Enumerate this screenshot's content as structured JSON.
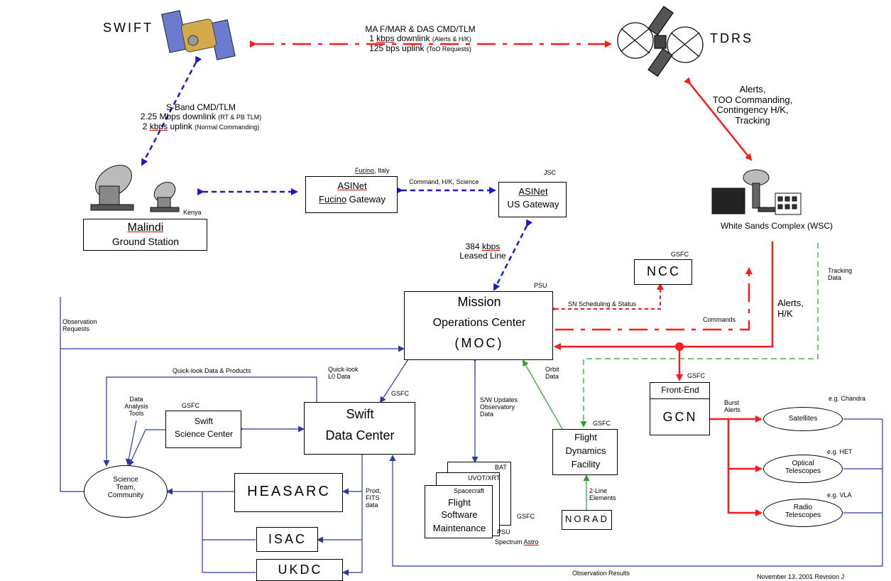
{
  "top_labels": {
    "swift": "SWIFT",
    "tdrs": "TDRS",
    "link_line1": "MA F/MAR & DAS CMD/TLM",
    "link_line2_a": "1 ",
    "link_line2_u": "kbps",
    "link_line2_b": " downlink ",
    "link_line2_note": "(Alerts & H/K)",
    "link_line3_a": "125 bps uplink ",
    "link_line3_note": "(ToO Requests)"
  },
  "sband": {
    "title": "S-Band CMD/TLM",
    "line2_a": "2.25 Mbps downlink ",
    "line2_note": "(RT & PB TLM)",
    "line3_a": "2 ",
    "line3_u": "kbps",
    "line3_b": " uplink ",
    "line3_note": "(Normal Commanding)"
  },
  "tdrs_alerts": [
    "Alerts,",
    "TOO Commanding,",
    "Contingency H/K,",
    "Tracking"
  ],
  "malindi": {
    "name_u": "Malindi",
    "line2": "Ground Station",
    "site": "Kenya"
  },
  "asinet_fucino": {
    "site_u": "Fucino",
    "site_rest": ", Italy",
    "line1_u": "ASINet",
    "line2_u": "Fucino",
    "line2_rest": " Gateway"
  },
  "asinet_us": {
    "site": "JSC",
    "line1_u": "ASINet",
    "line2": "US Gateway"
  },
  "asinet_link": "Command, H/K, Science",
  "leased": {
    "rate_a": "384 ",
    "rate_u": "kbps",
    "line2": "Leased Line"
  },
  "wsc": {
    "label": "White Sands Complex (WSC)"
  },
  "ncc": {
    "label": "NCC",
    "site": "GSFC"
  },
  "moc": {
    "site": "PSU",
    "line1": "Mission",
    "line2": "Operations Center",
    "line3": "(MOC)"
  },
  "sn_sched": "SN Scheduling & Status",
  "commands": "Commands",
  "alerts_hk": [
    "Alerts,",
    "H/K"
  ],
  "tracking_data": [
    "Tracking",
    "Data"
  ],
  "obs_requests": [
    "Observation",
    "Requests"
  ],
  "quicklook_products": "Quick-look Data & Products",
  "quicklook_l0": [
    "Quick-look",
    "L0 Data"
  ],
  "orbit_data": [
    "Orbit",
    "Data"
  ],
  "sw_updates": [
    "S/W Updates",
    "Observatory",
    "Data"
  ],
  "sdc": {
    "site": "GSFC",
    "line1": "Swift",
    "line2": "Data Center"
  },
  "ssc": {
    "site": "GSFC",
    "line1": "Swift",
    "line2": "Science Center"
  },
  "analysis_tools": [
    "Data",
    "Analysis",
    "Tools"
  ],
  "science": [
    "Science",
    "Team,",
    "Community"
  ],
  "heasarc": "HEASARC",
  "isac": "ISAC",
  "ukdc": "UKDC",
  "prod_fits": [
    "Prod,",
    "FITS",
    "data"
  ],
  "fsw": {
    "tab1": "BAT",
    "tab2": "UVOT/XRT",
    "tab3": "Spacecraft",
    "line1": "Flight",
    "line2": "Software",
    "line3": "Maintenance",
    "site_psu": "PSU",
    "site_gsfc": "GSFC",
    "spectrum_a": "Spectrum ",
    "spectrum_u": "Astro"
  },
  "fdf": {
    "site": "GSFC",
    "line1": "Flight",
    "line2": "Dynamics",
    "line3": "Facility"
  },
  "two_line": [
    "2-Line",
    "Elements"
  ],
  "norad": "NORAD",
  "gcn": {
    "site": "GSFC",
    "line1": "Front-End",
    "line2": "GCN"
  },
  "burst_alerts": [
    "Burst",
    "Alerts"
  ],
  "satellites": {
    "label": "Satellites",
    "eg": "e.g. Chandra"
  },
  "optical": {
    "line1": "Optical",
    "line2": "Telescopes",
    "eg": "e.g. HET"
  },
  "radio": {
    "line1": "Radio",
    "line2": "Telescopes",
    "eg": "e.g. VLA"
  },
  "obs_results": "Observation Results",
  "date_revision": "November 13, 2001 Revision J",
  "colors": {
    "red": "#ff1a1a",
    "blue": "#1a1acc",
    "navy": "#2a3aa0",
    "green": "#2aa02a"
  },
  "icons": [
    "swift-satellite-icon",
    "tdrs-satellite-icon",
    "ground-antenna-icon",
    "wsc-station-icon"
  ]
}
